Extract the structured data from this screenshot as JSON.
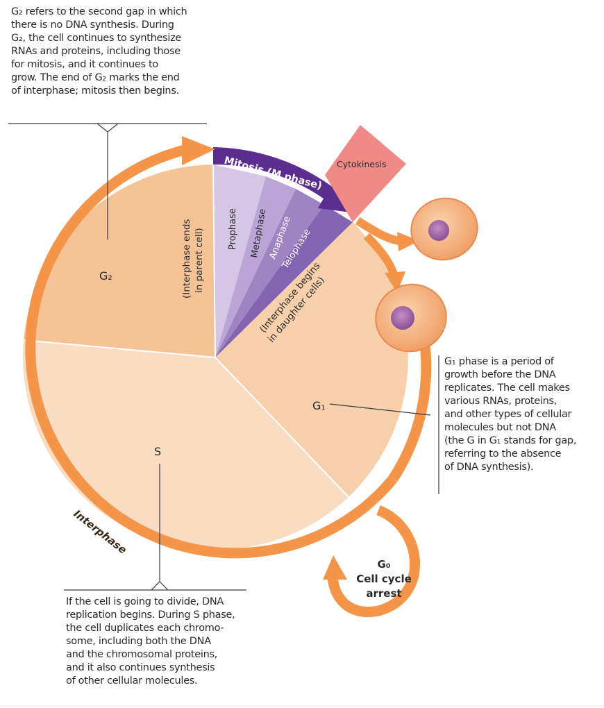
{
  "phases": {
    "g2": "G₂",
    "s": "S",
    "g1": "G₁",
    "interphase": "Interphase",
    "interphase_ends_1": "(Interphase ends",
    "interphase_ends_2": "in parent cell)",
    "interphase_begins_1": "(Interphase begins",
    "interphase_begins_2": "in daughter cells)"
  },
  "mitosis": {
    "title": "Mitosis (M phase)",
    "stages": [
      "Prophase",
      "Metaphase",
      "Anaphase",
      "Telophase"
    ],
    "cytokinesis": "Cytokinesis"
  },
  "g0": {
    "label": "G₀",
    "line1": "Cell cycle",
    "line2": "arrest"
  },
  "notes": {
    "g2": [
      "G₂ refers to the second gap in which",
      "there is no DNA synthesis. During",
      "G₂, the cell continues to synthesize",
      "RNAs and proteins, including those",
      "for mitosis, and it continues to",
      "grow. The end of G₂ marks the end",
      "of interphase; mitosis then begins."
    ],
    "g1": [
      "G₁ phase is a period of",
      "growth before the DNA",
      "replicates. The cell makes",
      "various RNAs, proteins,",
      "and other types of cellular",
      "molecules but not DNA",
      "(the G in G₁ stands for gap,",
      "referring to the absence",
      "of DNA synthesis)."
    ],
    "s": [
      "If the cell is going to divide, DNA",
      "replication begins. During S phase,",
      "the cell duplicates each chromo-",
      "some, including both the DNA",
      "and the chromosomal proteins,",
      "and it also continues synthesis",
      "of other cellular molecules."
    ]
  },
  "colors": {
    "ring": "#f5954a",
    "g2_fill": "#f6c397",
    "s_fill": "#f9dcc2",
    "g1_fill": "#f8cfab",
    "prophase": "#d6c6e6",
    "metaphase": "#bba5d6",
    "anaphase": "#9f84c4",
    "telophase": "#8264b0",
    "mitosis_arrow": "#5a2d8f",
    "cytokinesis": "#f08a86",
    "cell": "#f6b887",
    "nucleus": "#a06aa6"
  }
}
